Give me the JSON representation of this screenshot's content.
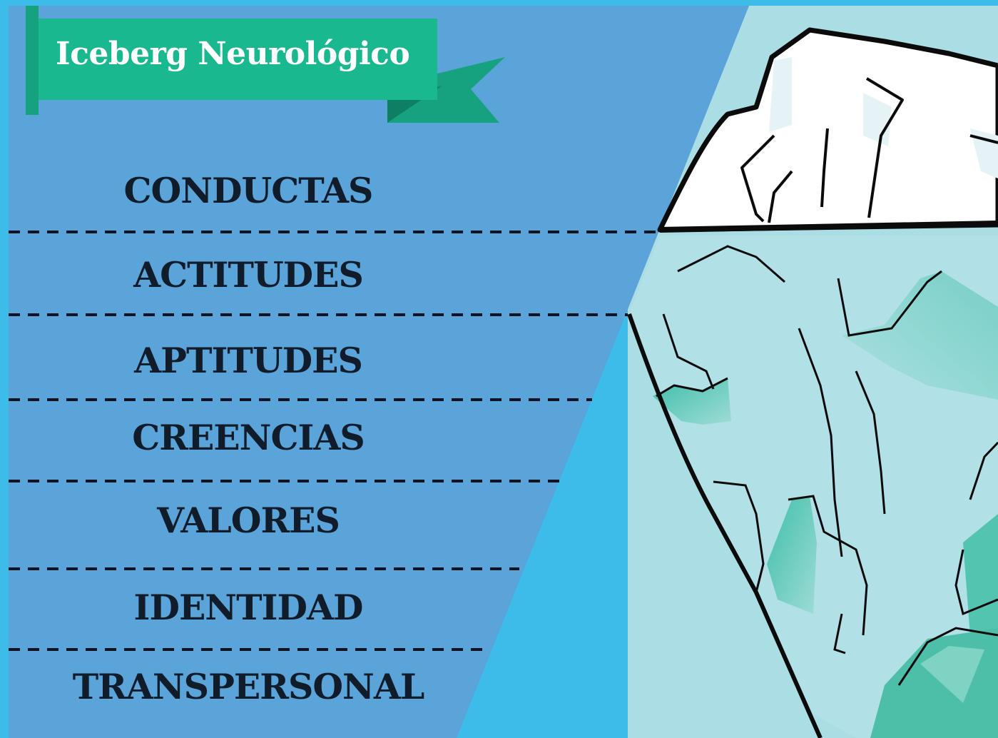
{
  "title": "Iceberg Neurológico",
  "levels": [
    "CONDUCTAS",
    "ACTITUDES",
    "APTITUDES",
    "CREENCIAS",
    "VALORES",
    "IDENTIDAD",
    "TRANSPERSONAL"
  ],
  "colors": {
    "left_panel": "#5aa4d9",
    "water": "#3dbbe9",
    "sky_panel": "#abdde4",
    "ribbon": "#1ab88f",
    "ribbon_dark": "#17a27f",
    "label_text": "#111c2b",
    "iceberg_underwater": "#b1e0e6",
    "iceberg_shade": "#53c4b0"
  }
}
